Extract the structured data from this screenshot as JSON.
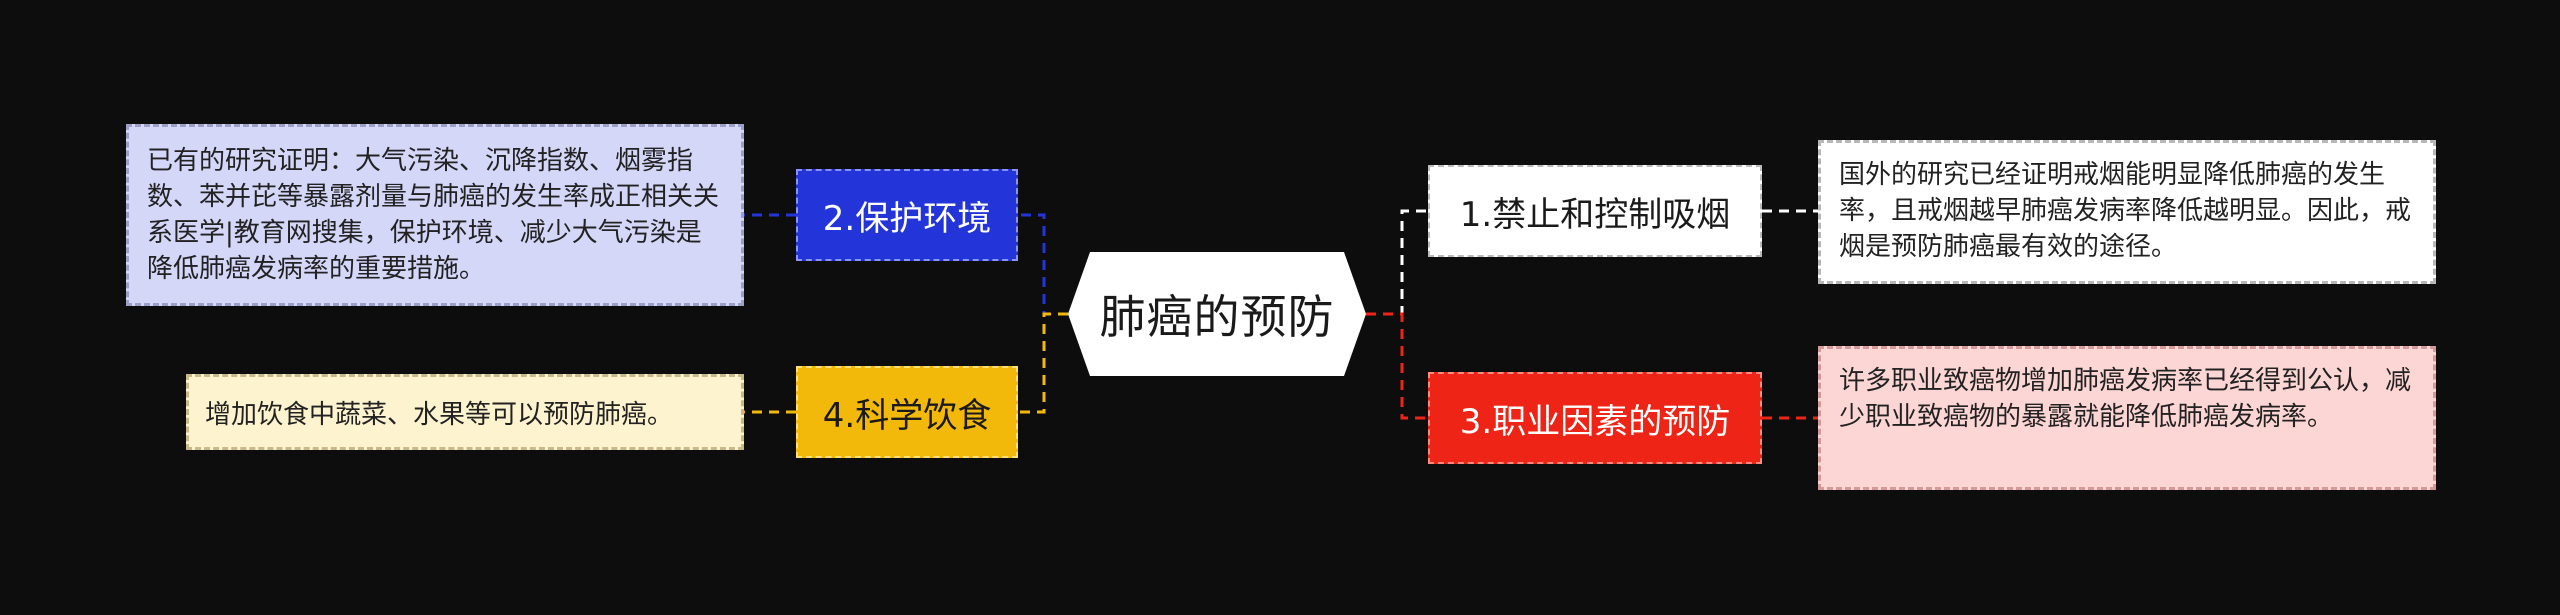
{
  "center": {
    "title": "肺癌的预防"
  },
  "branches": [
    {
      "id": "protect-environment",
      "label": "2.保护环境",
      "color": "#2335d9",
      "detail": "已有的研究证明：大气污染、沉降指数、烟雾指数、苯并芘等暴露剂量与肺癌的发生率成正相关关系医学|教育网搜集，保护环境、减少大气污染是降低肺癌发病率的重要措施。"
    },
    {
      "id": "scientific-diet",
      "label": "4.科学饮食",
      "color": "#f2b90a",
      "detail": "增加饮食中蔬菜、水果等可以预防肺癌。"
    },
    {
      "id": "no-smoking",
      "label": "1.禁止和控制吸烟",
      "color": "#ffffff",
      "detail": "国外的研究已经证明戒烟能明显降低肺癌的发生率，且戒烟越早肺癌发病率降低越明显。因此，戒烟是预防肺癌最有效的途径。"
    },
    {
      "id": "occupational-factors",
      "label": "3.职业因素的预防",
      "color": "#ee2416",
      "detail": "许多职业致癌物增加肺癌发病率已经得到公认，减少职业致癌物的暴露就能降低肺癌发病率。"
    }
  ]
}
